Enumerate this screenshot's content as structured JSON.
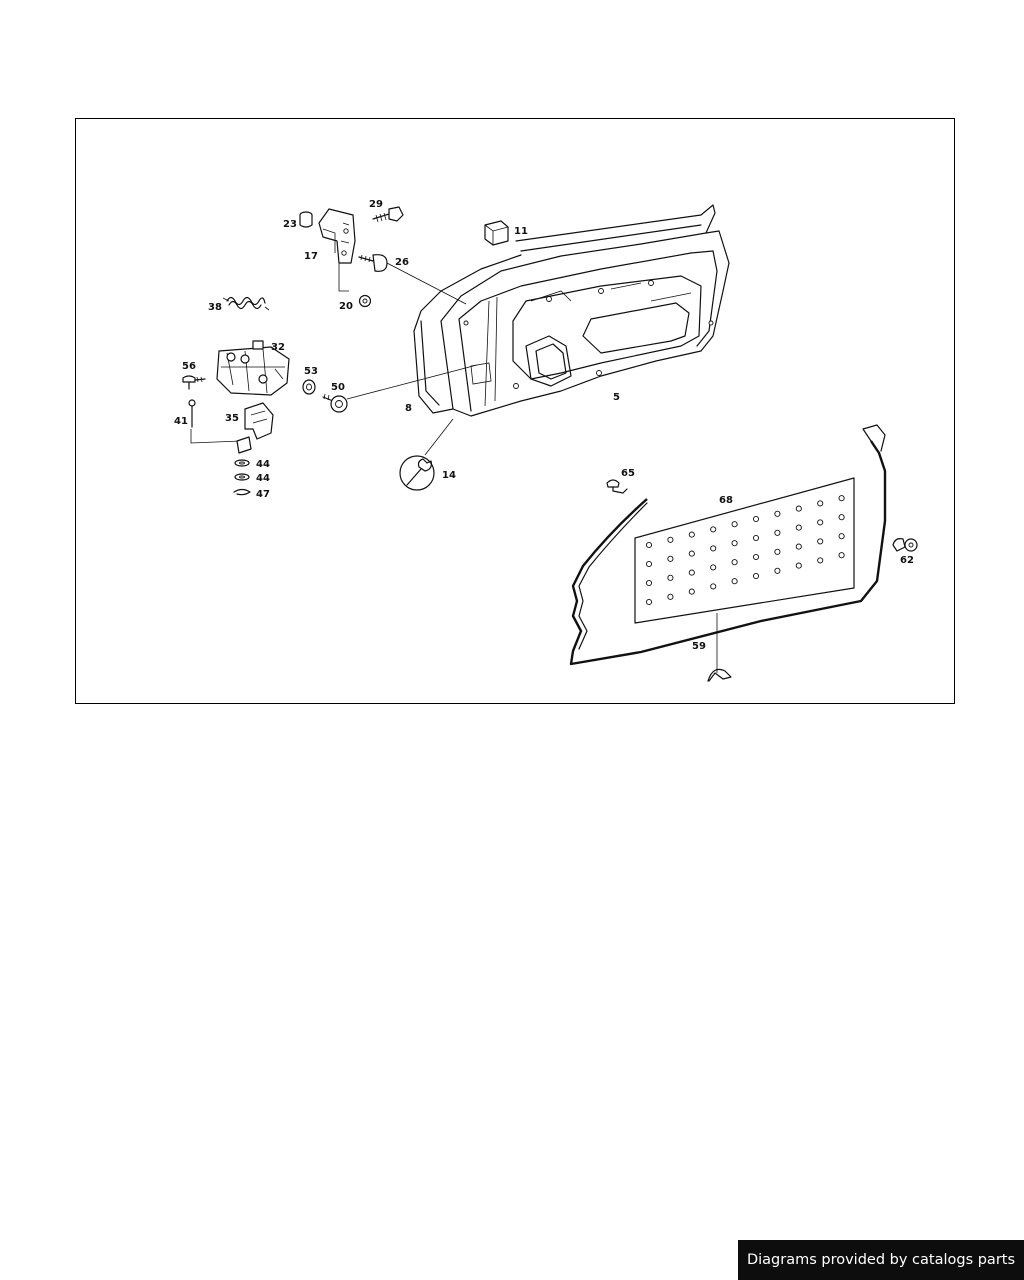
{
  "diagram": {
    "callouts": {
      "p5": "5",
      "p8": "8",
      "p11": "11",
      "p14": "14",
      "p17": "17",
      "p20": "20",
      "p23": "23",
      "p26": "26",
      "p29": "29",
      "p32": "32",
      "p35": "35",
      "p38": "38",
      "p41": "41",
      "p44a": "44",
      "p44b": "44",
      "p47": "47",
      "p50": "50",
      "p53": "53",
      "p56": "56",
      "p59": "59",
      "p62": "62",
      "p65": "65",
      "p68": "68"
    }
  },
  "footer": {
    "credit": "Diagrams provided by catalogs parts"
  },
  "colors": {
    "line": "#111111",
    "banner_bg": "#0d0d0d",
    "banner_text": "#ffffff"
  }
}
